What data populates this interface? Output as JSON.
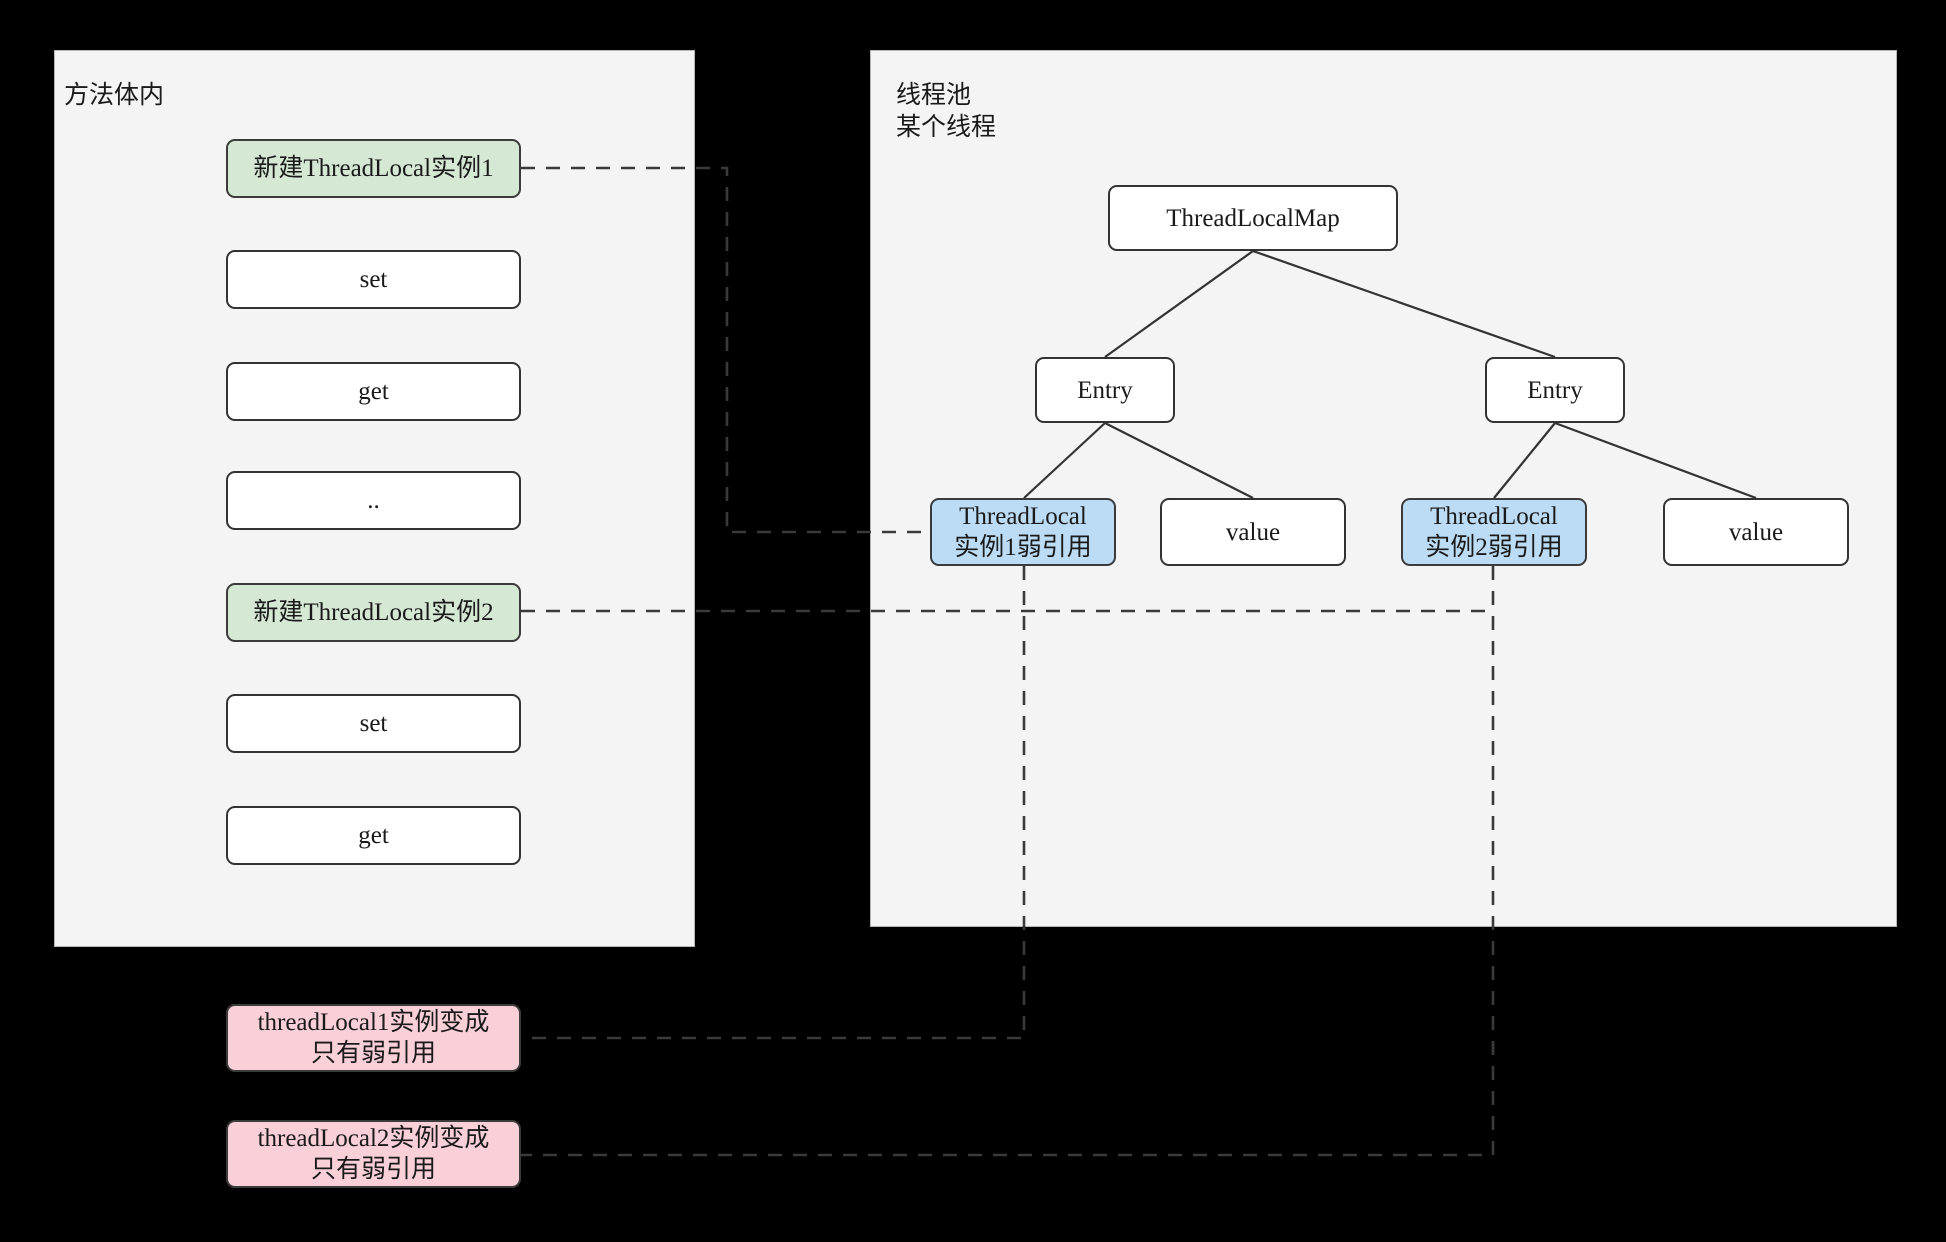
{
  "colors": {
    "panel_bg": "#f4f4f4",
    "panel_border": "#b6b6b6",
    "canvas_bg": "#000000",
    "node_fill": "#ffffff",
    "node_border": "#333333",
    "green_fill": "#d5e8d4",
    "blue_fill": "#bcdcf5",
    "pink_fill": "#f9cfd8",
    "text": "#1a1a1a",
    "dashed_edge": "#3a3a3a"
  },
  "left_panel": {
    "title": "方法体内",
    "nodes": [
      {
        "id": "new-threadlocal-1",
        "label": "新建ThreadLocal实例1",
        "style": "green"
      },
      {
        "id": "set-1",
        "label": "set",
        "style": "plain"
      },
      {
        "id": "get-1",
        "label": "get",
        "style": "plain"
      },
      {
        "id": "ellipsis",
        "label": "..",
        "style": "plain"
      },
      {
        "id": "new-threadlocal-2",
        "label": "新建ThreadLocal实例2",
        "style": "green"
      },
      {
        "id": "set-2",
        "label": "set",
        "style": "plain"
      },
      {
        "id": "get-2",
        "label": "get",
        "style": "plain"
      }
    ]
  },
  "right_panel": {
    "title": "线程池\n某个线程",
    "root": {
      "id": "threadlocalmap",
      "label": "ThreadLocalMap"
    },
    "entries": [
      {
        "id": "entry-1",
        "label": "Entry",
        "key": {
          "id": "threadlocal-1-weakref",
          "label": "ThreadLocal\n实例1弱引用",
          "style": "blue"
        },
        "value": {
          "id": "value-1",
          "label": "value",
          "style": "plain"
        }
      },
      {
        "id": "entry-2",
        "label": "Entry",
        "key": {
          "id": "threadlocal-2-weakref",
          "label": "ThreadLocal\n实例2弱引用",
          "style": "blue"
        },
        "value": {
          "id": "value-2",
          "label": "value",
          "style": "plain"
        }
      }
    ]
  },
  "notes": [
    {
      "id": "note-1",
      "label": "threadLocal1实例变成\n只有弱引用",
      "style": "pink"
    },
    {
      "id": "note-2",
      "label": "threadLocal2实例变成\n只有弱引用",
      "style": "pink"
    }
  ]
}
